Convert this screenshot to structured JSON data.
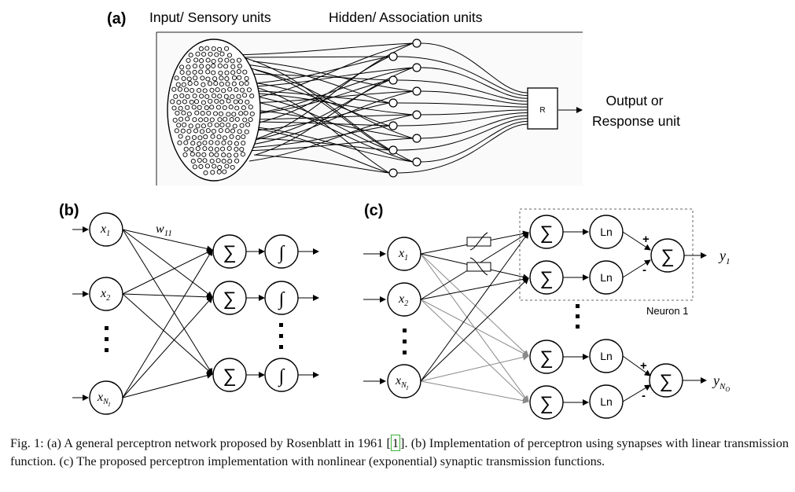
{
  "panel_a": {
    "label": "(a)",
    "input_title": "Input/ Sensory units",
    "hidden_title": "Hidden/ Association units",
    "response_box": "R",
    "output_line1": "Output or",
    "output_line2": "Response unit"
  },
  "panel_b": {
    "label": "(b)",
    "weight_label": "w",
    "weight_sub": "11",
    "inputs": [
      {
        "name": "x",
        "sub": "1"
      },
      {
        "name": "x",
        "sub": "2"
      },
      {
        "name": "x",
        "sub": "N"
      }
    ],
    "input_subsub": "I",
    "sum_symbol": "∑",
    "act_symbol": "∫"
  },
  "panel_c": {
    "label": "(c)",
    "ln_label": "Ln",
    "sum_symbol": "∑",
    "neuron_label": "Neuron 1",
    "plus": "+",
    "minus": "-",
    "y1_name": "y",
    "y1_sub": "1",
    "yN_name": "y",
    "yN_sub": "N",
    "yN_subsub": "O"
  },
  "caption": {
    "prefix": "Fig. 1: (a) A general perceptron network proposed by Rosenblatt in 1961 [",
    "ref": "1",
    "suffix": "]. (b) Implementation of perceptron using synapses with linear transmission function. (c) The proposed perceptron implementation with nonlinear (exponential) synaptic transmission functions."
  }
}
